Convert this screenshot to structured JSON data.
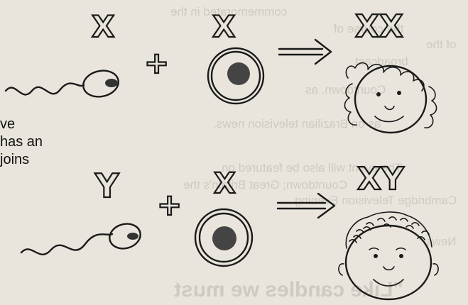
{
  "background_text_mirrored": {
    "lines_upper": [
      "commemorated in the",
      "the course of",
      "of the",
      "broadcast",
      "Countdown. as",
      "as on Brazilian television news."
    ],
    "lines_lower": [
      "The event will also be featured on",
      "Countdown; Great Britain's the",
      "Cambridge Television Evening",
      "News"
    ],
    "heading": "\"Like candles we must"
  },
  "left_caption": {
    "lines": [
      "ve",
      "has an",
      "joins"
    ]
  },
  "diagram": {
    "top_row": {
      "sperm_chromosome": "X",
      "egg_chromosome": "X",
      "plus": "+",
      "arrow": "→",
      "child_chromosomes": "XX",
      "child": "girl"
    },
    "bottom_row": {
      "sperm_chromosome": "Y",
      "egg_chromosome": "X",
      "plus": "+",
      "arrow": "→",
      "child_chromosomes": "XY",
      "child": "boy"
    }
  },
  "colors": {
    "paper": "#e9e5dc",
    "ink": "#1a1a1a",
    "bleed_through": "#b9b4aa"
  }
}
